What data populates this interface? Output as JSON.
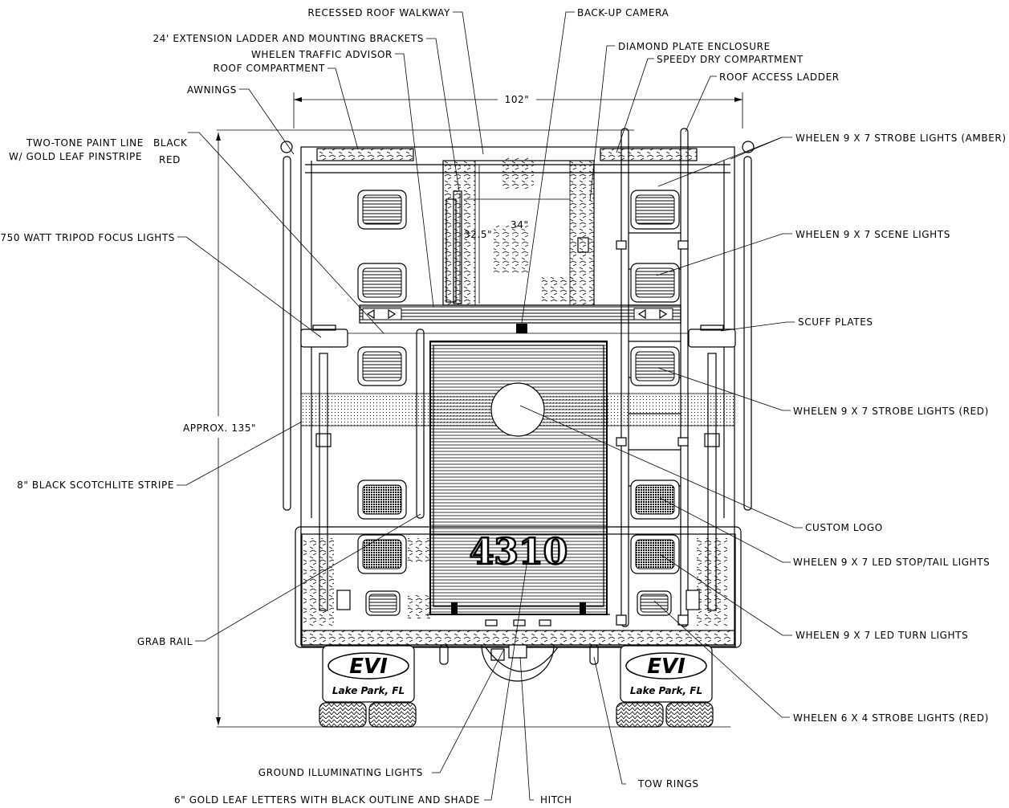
{
  "callouts": {
    "recessed_roof_walkway": "RECESSED ROOF WALKWAY",
    "backup_camera": "BACK-UP CAMERA",
    "extension_ladder": "24' EXTENSION LADDER AND MOUNTING BRACKETS",
    "diamond_plate_enclosure": "DIAMOND PLATE ENCLOSURE",
    "whelen_traffic_advisor": "WHELEN TRAFFIC ADVISOR",
    "speedy_dry_compartment": "SPEEDY DRY COMPARTMENT",
    "roof_compartment": "ROOF COMPARTMENT",
    "roof_access_ladder": "ROOF ACCESS LADDER",
    "awnings": "AWNINGS",
    "strobe_amber": "WHELEN 9 X 7 STROBE LIGHTS (AMBER)",
    "two_tone_line1": "TWO-TONE PAINT LINE",
    "two_tone_black": "BLACK",
    "two_tone_line2": "W/ GOLD LEAF PINSTRIPE",
    "two_tone_red": "RED",
    "scene_lights": "WHELEN 9 X 7 SCENE LIGHTS",
    "tripod_lights": "750 WATT TRIPOD FOCUS LIGHTS",
    "scuff_plates": "SCUFF PLATES",
    "strobe_red": "WHELEN 9 X 7 STROBE LIGHTS (RED)",
    "approx_height": "APPROX. 135\"",
    "scotchlite_stripe": "8\" BLACK SCOTCHLITE STRIPE",
    "custom_logo": "CUSTOM LOGO",
    "led_stop_tail": "WHELEN 9 X 7 LED STOP/TAIL LIGHTS",
    "grab_rail": "GRAB RAIL",
    "led_turn": "WHELEN 9 X 7 LED TURN LIGHTS",
    "strobe_6x4": "WHELEN 6 X 4 STROBE LIGHTS (RED)",
    "ground_lights": "GROUND ILLUMINATING LIGHTS",
    "tow_rings": "TOW RINGS",
    "gold_letters": "6\" GOLD LEAF LETTERS WITH BLACK OUTLINE AND SHADE",
    "hitch": "HITCH"
  },
  "dimensions": {
    "width_102": "102\"",
    "walkway_34": "34\"",
    "walkway_32_5": "32.5\""
  },
  "unit_number": "4310",
  "mudflap": {
    "brand": "EVI",
    "location": "Lake Park, FL"
  }
}
